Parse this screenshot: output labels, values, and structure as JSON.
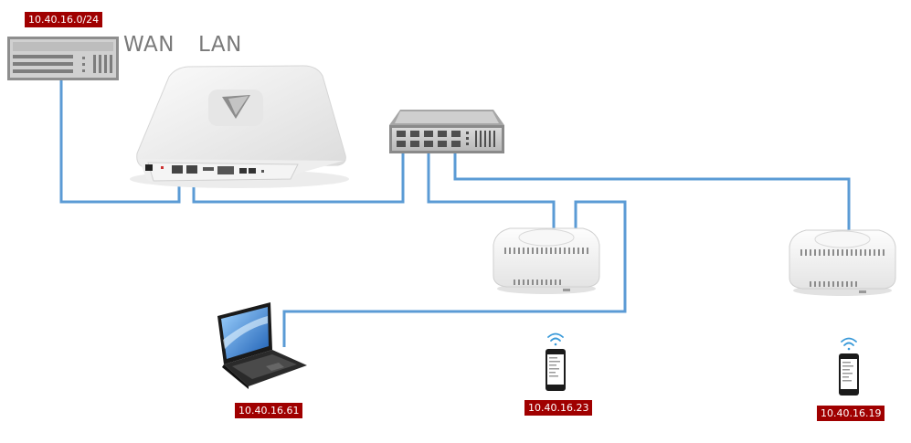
{
  "colors": {
    "cable": "#5b9bd5",
    "label_bg": "#a00000",
    "label_text": "#ffffff",
    "port_text": "#7a7a7a",
    "wifi": "#3a9ad9"
  },
  "icons": {
    "modem": "rack-server-icon",
    "gateway": "wireless-gateway-icon",
    "switch": "network-switch-icon",
    "access_point": "wireless-access-point-icon",
    "laptop": "laptop-icon",
    "phone": "smartphone-icon",
    "wifi": "wifi-icon"
  },
  "modem": {
    "subnet": "10.40.16.0/24"
  },
  "gateway": {
    "wan_label": "WAN",
    "lan_label": "LAN"
  },
  "laptop": {
    "ip": "10.40.16.61"
  },
  "phone_1": {
    "ip": "10.40.16.23"
  },
  "phone_2": {
    "ip": "10.40.16.19"
  }
}
